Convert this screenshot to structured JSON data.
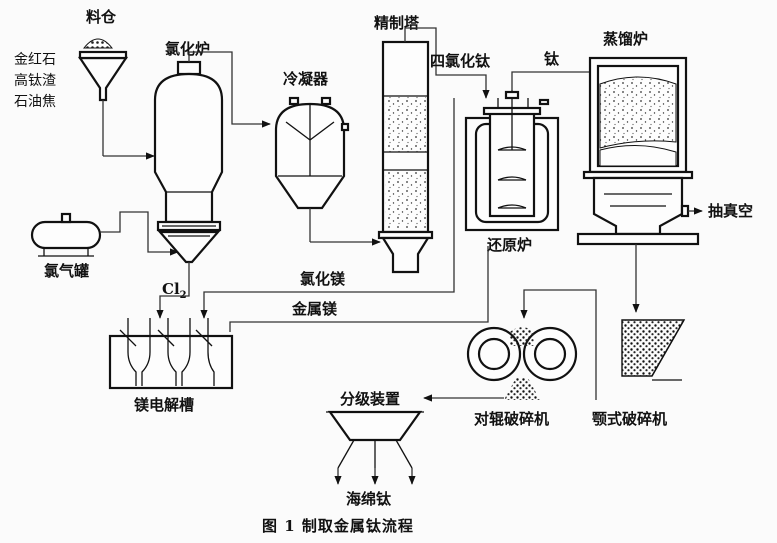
{
  "labels": {
    "hopper": "料仓",
    "feed_1": "金红石",
    "feed_2": "高钛渣",
    "feed_3": "石油焦",
    "chlorinator": "氯化炉",
    "condenser": "冷凝器",
    "refining_tower": "精制塔",
    "ticl4": "四氯化钛",
    "titanium": "钛",
    "distill_furnace": "蒸馏炉",
    "chlorine_tank": "氯气罐",
    "cl2": "Cl",
    "cl2_sub": "2",
    "mgcl2": "氯化镁",
    "reduction_furnace": "还原炉",
    "vacuum": "抽真空",
    "metal_mg": "金属镁",
    "electrolytic_cell": "镁电解槽",
    "classifier": "分级装置",
    "roll_crusher": "对辊破碎机",
    "jaw_crusher": "颚式破碎机",
    "sponge_ti": "海绵钛"
  },
  "caption": "图 1   制取金属钛流程"
}
